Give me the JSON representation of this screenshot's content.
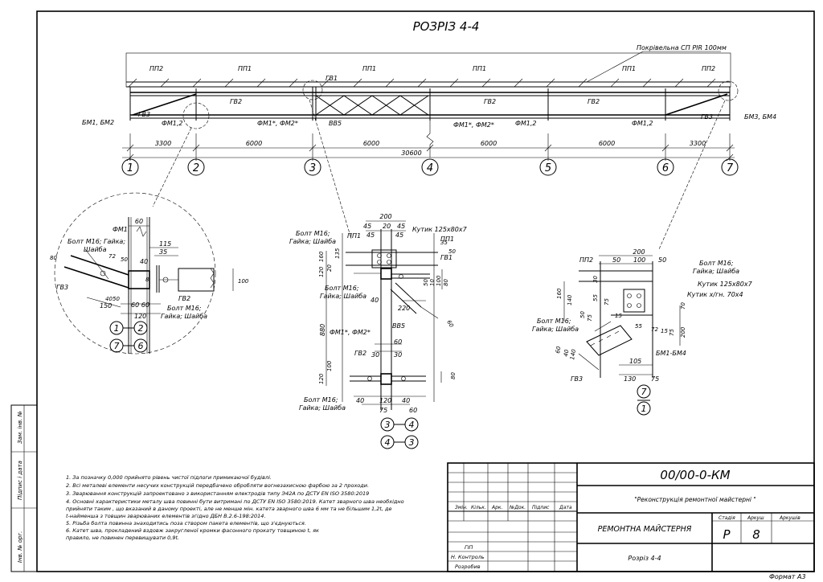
{
  "section_title": "РОЗРІЗ 4-4",
  "roof_note": "Покрівельна СП PIR 100мм",
  "truss_labels": {
    "pp2_left": "ПП2",
    "pp1_a": "ПП1",
    "pp1_b": "ПП1",
    "pp1_c": "ПП1",
    "pp1_d": "ПП1",
    "pp2_right": "ПП2",
    "gv1": "ГВ1",
    "gv2_left": "ГВ2",
    "gv2_mid": "ГВ2",
    "gv2_right": "ГВ2",
    "gv3_left": "ГВ3",
    "gv3_right": "ГВ3",
    "vv5": "ВВ5",
    "bm_left": "БМ1, БМ2",
    "bm_right": "БМ3, БМ4",
    "fm12_left": "ФМ1,2",
    "fm12_mid": "ФМ1,2",
    "fm12_right": "ФМ1,2",
    "fm_star_left": "ФМ1*, ФМ2*",
    "fm_star_right": "ФМ1*, ФМ2*"
  },
  "spans": [
    "3300",
    "6000",
    "6000",
    "6000",
    "6000",
    "3300"
  ],
  "total_span": "30600",
  "axes": [
    "1",
    "2",
    "3",
    "4",
    "5",
    "6",
    "7"
  ],
  "detail_circle": {
    "fm1": "ФМ1",
    "d60": "60",
    "bolt1": "Болт М16; Гайка;",
    "bolt1b": "Шайба",
    "d80": "80",
    "d72": "72",
    "d50": "50",
    "d115": "115",
    "d35": "35",
    "d40": "40",
    "d8": "8",
    "d100": "100",
    "d150": "150",
    "d50b": "50",
    "d40b": "40",
    "d6060": "60 60",
    "d120": "120",
    "gv3": "ГВ3",
    "gv2": "ГВ2",
    "bolt2": "Болт М16;",
    "bolt2b": "Гайка; Шайба",
    "ref_a1": "1",
    "ref_a2": "2",
    "ref_b1": "7",
    "ref_b2": "6"
  },
  "detail_mid": {
    "d200": "200",
    "d45a": "45",
    "d20": "20",
    "d45b": "45",
    "d45c": "45",
    "d45d": "45",
    "angle": "Кутик 125х80х7",
    "pp1": "ПП1",
    "bolt1": "Болт М16;",
    "bolt1b": "Гайка; Шайба",
    "gv1": "ГВ1",
    "d35": "35",
    "d50": "50",
    "d135": "135",
    "d160": "160",
    "d20v": "20",
    "d120v": "120",
    "bolt2": "Болт М16;",
    "bolt2b": "Гайка; Шайба",
    "d40": "40",
    "d80": "80",
    "d100": "100",
    "d10": "10",
    "d50b": "50",
    "d220": "220",
    "d60a": "60",
    "vv5": "ВВ5",
    "d880": "880",
    "fm": "ФМ1*, ФМ2*",
    "d60b": "60",
    "gv2": "ГВ2",
    "d30a": "30",
    "d30b": "30",
    "d100v": "100",
    "d120b": "120",
    "d80b": "80",
    "bolt3": "Болт М16;",
    "bolt3b": "Гайка; Шайба",
    "d40b": "40",
    "d120c": "120",
    "d40c": "40",
    "d75": "75",
    "d60c": "60",
    "ref_a1": "3",
    "ref_a2": "4",
    "ref_b1": "4",
    "ref_b2": "3"
  },
  "detail_right": {
    "d200": "200",
    "pp2": "ПП2",
    "d50a": "50",
    "d100": "100",
    "d50b": "50",
    "bolt1": "Болт М16;",
    "bolt1b": "Гайка; Шайба",
    "d30": "30",
    "angle1": "Кутик 125х80х7",
    "angle2": "Кутик х/гн. 70х4",
    "d160": "160",
    "d140": "140",
    "d55": "55",
    "d75a": "75",
    "d15a": "15",
    "d70": "70",
    "bolt2": "Болт М16;",
    "bolt2b": "Гайка; Шайба",
    "d50c": "50",
    "d75b": "75",
    "d55b": "55",
    "d72": "72",
    "d15b": "15",
    "d75c": "75",
    "d200v": "200",
    "d60": "60",
    "d40": "40",
    "d140b": "140",
    "bm": "БМ1-БМ4",
    "d105": "105",
    "gv3": "ГВ3",
    "d130": "130",
    "d75d": "75",
    "ref1": "7",
    "ref2": "1"
  },
  "notes": [
    "1. За позначку 0,000 прийнято рівень чистої підлоги примикаючої будівлі.",
    "2. Всі металеві елементи несучих конструкцій передбачено обробляти вогнезахисною фарбою за 2 проходи.",
    "3. Зварювання конструкцій запроектовано з використанням електродів типу Э42А по ДСТУ EN ISO 3580:2019",
    "4. Основні характеристики металу шва повинні бути витримані по ДСТУ EN ISO 3580:2019. Катет зварного шва необхідно",
    "прийняти таким , що вказаний в даному проекті, але не менше мін. катета зварного шва 6 мм та не більшим 1,2t, де",
    "t-найменша з товщин зварюваних елементів згідно ДБН В.2.6-198:2014.",
    "5. Різьба болта повинна знаходитись поза створом пакета елементів, що з'єднуються.",
    "6. Катет шва, прокладений вздовж закругленої кромки фасонного прокату товщиною t, як",
    "правило, не повинен перевищувати 0,9t."
  ],
  "left_strip": [
    "Зам. інв. №",
    "Підпис і дата",
    "Інв. № орг."
  ],
  "title_block": {
    "code": "00/00-0-КМ",
    "project": "\"Реконструкція ремонтної майстерні \"",
    "headers": [
      "Змін.",
      "Кільк.",
      "Арк.",
      "№Док.",
      "Підпис",
      "Дата"
    ],
    "roles": [
      "ГІП",
      "Н. Контроль",
      "Розробив"
    ],
    "object": "РЕМОНТНА МАЙСТЕРНЯ",
    "stage_label": "Стадія",
    "sheet_label": "Аркуш",
    "sheets_label": "Аркушів",
    "stage": "Р",
    "sheet": "8",
    "sheet_title": "Розріз 4-4"
  },
  "format": "Формат А3"
}
